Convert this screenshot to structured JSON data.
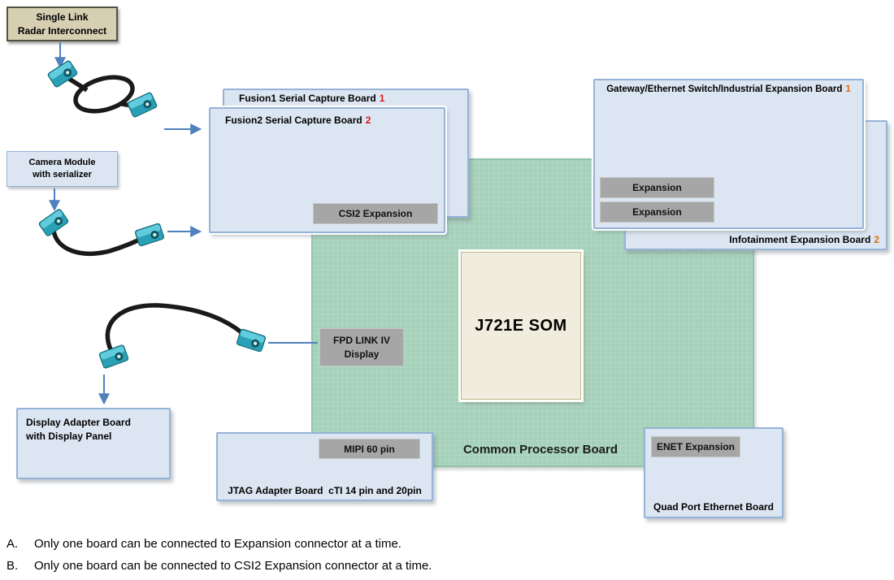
{
  "boxes": {
    "radar": {
      "line1": "Single Link",
      "line2": "Radar Interconnect"
    },
    "camera": {
      "line1": "Camera Module",
      "line2": "with serializer"
    },
    "fusion1": {
      "label": "Fusion1 Serial Capture Board",
      "number": "1"
    },
    "fusion2": {
      "label": "Fusion2 Serial Capture Board",
      "number": "2"
    },
    "gateway": {
      "label": "Gateway/Ethernet Switch/Industrial Expansion Board",
      "number": "1"
    },
    "infotainment": {
      "label": "Infotainment Expansion Board",
      "number": "2"
    },
    "som": {
      "label": "J721E SOM"
    },
    "common_processor": {
      "label": "Common Processor Board"
    },
    "fpd": {
      "line1": "FPD LINK IV",
      "line2": "Display"
    },
    "display_adapter": {
      "line1": "Display Adapter Board",
      "line2": "with Display Panel"
    },
    "jtag": {
      "label": "JTAG Adapter Board  cTI 14 pin and 20pin"
    },
    "quad_port": {
      "label": "Quad Port Ethernet Board"
    }
  },
  "connectors": {
    "csi2": "CSI2 Expansion",
    "expansion_1": "Expansion",
    "expansion_2": "Expansion",
    "mipi": "MIPI 60 pin",
    "enet": "ENET Expansion"
  },
  "notes": [
    {
      "letter": "A.",
      "text": "Only one board can be connected to Expansion connector at a time."
    },
    {
      "letter": "B.",
      "text": "Only one board can be connected to CSI2 Expansion connector at a time."
    }
  ],
  "colors": {
    "board_fill": "#dce6f2",
    "board_border": "#95b3d7",
    "green_fill": "#a5d1ba",
    "green_border": "#8ec3a9",
    "gray_button": "#a6a6a6",
    "tan_fill": "#d6cfb2",
    "som_fill": "#f0ecde",
    "arrow_blue": "#4f81bd",
    "red_number": "#e0161a",
    "orange_number": "#e36c0a",
    "connector_teal": "#29a0b5",
    "cable_black": "#1a1a1a"
  }
}
